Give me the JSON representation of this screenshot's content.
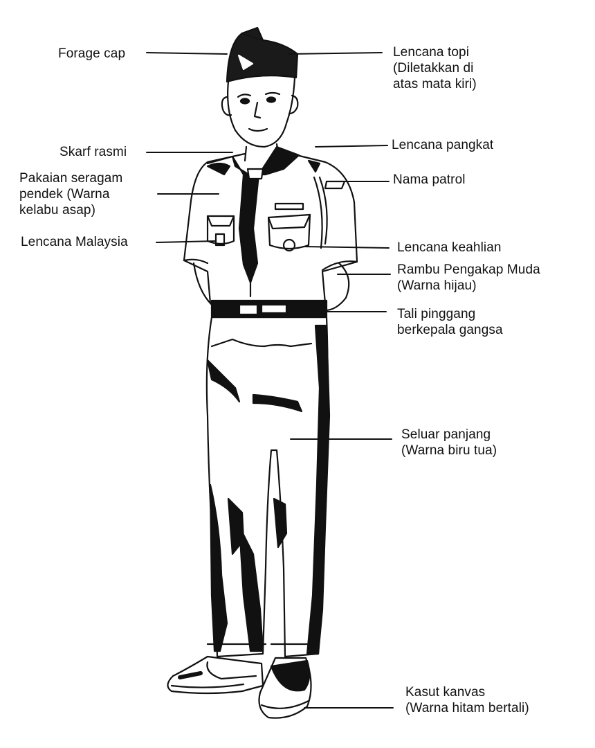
{
  "ink_color": "#111111",
  "paper_color": "#ffffff",
  "labels": {
    "forage_cap": [
      "Forage cap"
    ],
    "lencana_topi": [
      "Lencana topi",
      "(Diletakkan di",
      "atas mata kiri)"
    ],
    "skarf_rasmi": [
      "Skarf rasmi"
    ],
    "lencana_pangkat": [
      "Lencana pangkat"
    ],
    "pakaian_seragam": [
      "Pakaian seragam",
      "pendek (Warna",
      "kelabu asap)"
    ],
    "nama_patrol": [
      "Nama patrol"
    ],
    "lencana_malaysia": [
      "Lencana Malaysia"
    ],
    "lencana_keahlian": [
      "Lencana keahlian"
    ],
    "rambu": [
      "Rambu Pengakap Muda",
      "(Warna hijau)"
    ],
    "tali_pinggang": [
      "Tali pinggang",
      "berkepala gangsa"
    ],
    "seluar_panjang": [
      "Seluar panjang",
      "(Warna biru tua)"
    ],
    "kasut_kanvas": [
      "Kasut kanvas",
      "(Warna hitam bertali)"
    ]
  }
}
